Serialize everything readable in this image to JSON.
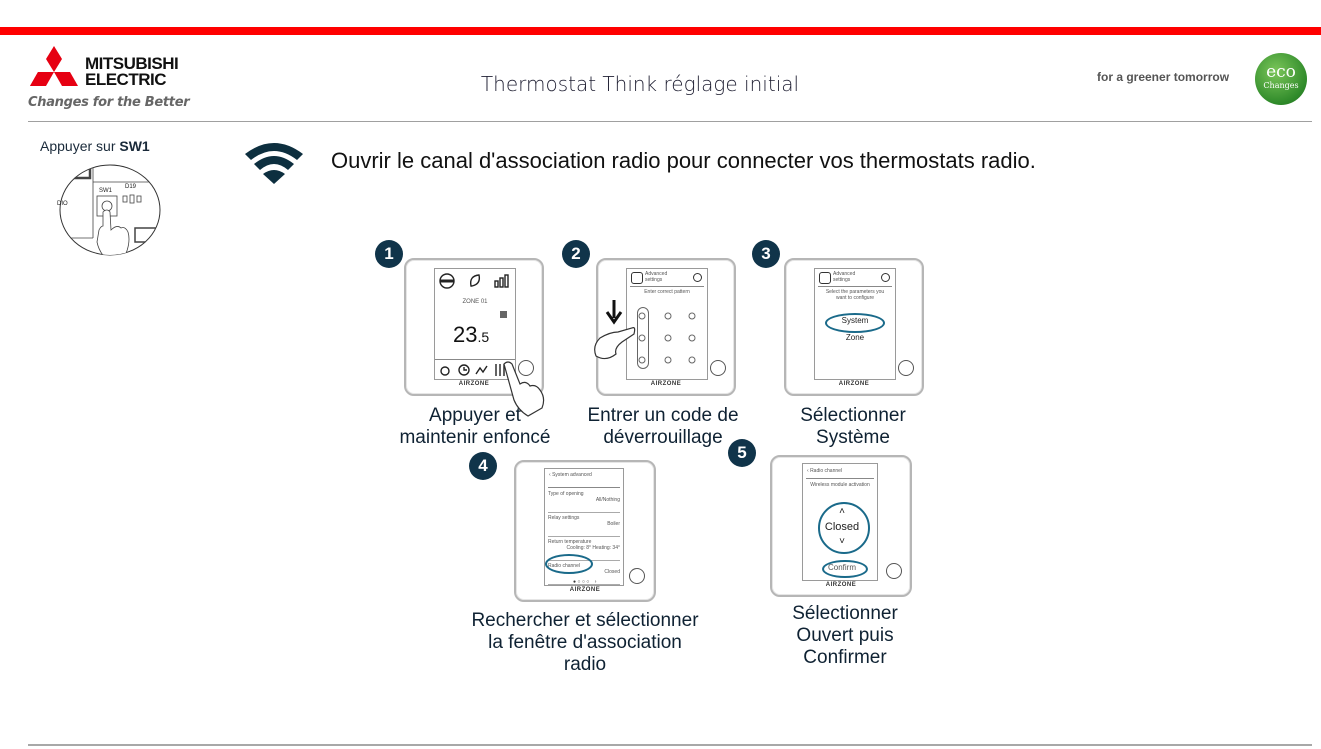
{
  "header": {
    "brand_name_line1": "MITSUBISHI",
    "brand_name_line2": "ELECTRIC",
    "brand_tagline": "Changes for the Better",
    "title": "Thermostat Think réglage initial",
    "eco_tagline": "for a greener tomorrow",
    "eco_badge_line1": "eco",
    "eco_badge_line2": "Changes",
    "accent_color": "#ff0000"
  },
  "sidebar": {
    "instruction_prefix": "Appuyer sur ",
    "instruction_button": "SW1",
    "board_labels": {
      "switch": "SW1",
      "led": "D19",
      "port": "DIO"
    }
  },
  "main": {
    "icon": "wifi-icon",
    "lead_text": "Ouvrir le canal d'association radio pour connecter vos thermostats radio.",
    "steps": [
      {
        "number": "1",
        "caption_line1": "Appuyer et",
        "caption_line2": "maintenir enfoncé",
        "screen": {
          "zone": "ZONE 01",
          "temp_main": "23",
          "temp_dec": ".5",
          "brand": "AIRZONE"
        }
      },
      {
        "number": "2",
        "caption_line1": "Entrer un code de",
        "caption_line2": "déverrouillage",
        "screen": {
          "title": "Advanced settings",
          "subtitle": "Enter correct pattern",
          "brand": "AIRZONE"
        }
      },
      {
        "number": "3",
        "caption_line1": "Sélectionner",
        "caption_line2": "Système",
        "screen": {
          "title": "Advanced settings",
          "subtitle": "Select the parameters you want to configure",
          "option1": "System",
          "option2": "Zone",
          "brand": "AIRZONE"
        }
      },
      {
        "number": "4",
        "caption_line1": "Rechercher et sélectionner",
        "caption_line2": "la fenêtre d'association",
        "caption_line3": "radio",
        "screen": {
          "title": "System advanced",
          "rows": [
            {
              "label": "Type of opening",
              "value": "All/Nothing"
            },
            {
              "label": "Relay settings",
              "value": "Boiler"
            },
            {
              "label": "Return temperature",
              "value": "Cooling: 8°   Heating: 34°"
            },
            {
              "label": "Radio channel",
              "value": "Closed"
            }
          ],
          "brand": "AIRZONE"
        }
      },
      {
        "number": "5",
        "caption_line1": "Sélectionner",
        "caption_line2": "Ouvert puis",
        "caption_line3": "Confirmer",
        "screen": {
          "title": "Radio channel",
          "subtitle": "Wireless module activation",
          "value": "Closed",
          "confirm": "Confirm",
          "brand": "AIRZONE"
        }
      }
    ]
  }
}
